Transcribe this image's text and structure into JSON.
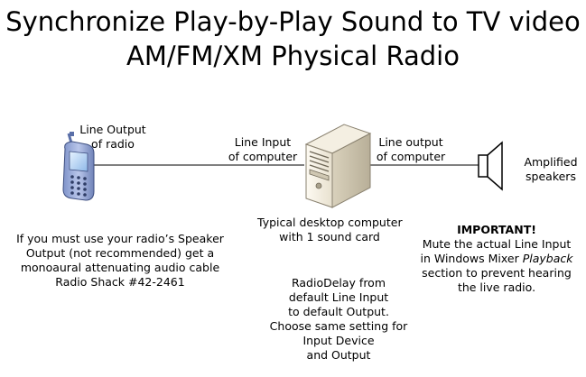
{
  "title": {
    "line1": "Synchronize Play-by-Play Sound to TV video",
    "line2": "AM/FM/XM Physical Radio"
  },
  "radio": {
    "label_line1": "Line Output",
    "label_line2": "of radio",
    "icon": "cell-phone-icon"
  },
  "computer": {
    "input_label_line1": "Line Input",
    "input_label_line2": "of computer",
    "output_label_line1": "Line output",
    "output_label_line2": "of computer",
    "caption_line1": "Typical desktop computer",
    "caption_line2": "with 1 sound card",
    "icon": "desktop-tower-icon"
  },
  "speakers": {
    "label_line1": "Amplified",
    "label_line2": "speakers",
    "icon": "speaker-icon"
  },
  "speaker_note": {
    "line1": "If you must use your radio’s Speaker",
    "line2": "Output (not recommended) get a",
    "line3": "monoaural attenuating audio cable",
    "line4": "Radio Shack #42-2461"
  },
  "radiodelay_note": {
    "line1": "RadioDelay from",
    "line2": "default Line Input",
    "line3": "to default Output.",
    "line4": "Choose same setting for",
    "line5": "Input Device",
    "line6": "and Output"
  },
  "important_note": {
    "heading": "IMPORTANT!",
    "line1": "Mute the actual Line Input",
    "line2_prefix": "in Windows Mixer ",
    "line2_emphasis": "Playback",
    "line3": "section to prevent hearing",
    "line4": "the live radio."
  }
}
